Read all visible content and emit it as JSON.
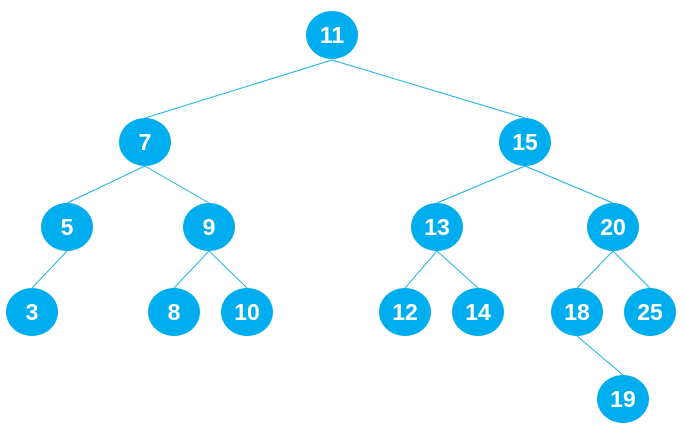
{
  "tree": {
    "style": {
      "node_color": "#00adef",
      "edge_color": "#1eb2e6",
      "label_color": "#ffffff"
    },
    "nodes": [
      {
        "id": "n11",
        "label": "11"
      },
      {
        "id": "n7",
        "label": "7"
      },
      {
        "id": "n15",
        "label": "15"
      },
      {
        "id": "n5",
        "label": "5"
      },
      {
        "id": "n9",
        "label": "9"
      },
      {
        "id": "n13",
        "label": "13"
      },
      {
        "id": "n20",
        "label": "20"
      },
      {
        "id": "n3",
        "label": "3"
      },
      {
        "id": "n8",
        "label": "8"
      },
      {
        "id": "n10",
        "label": "10"
      },
      {
        "id": "n12",
        "label": "12"
      },
      {
        "id": "n14",
        "label": "14"
      },
      {
        "id": "n18",
        "label": "18"
      },
      {
        "id": "n25",
        "label": "25"
      },
      {
        "id": "n19",
        "label": "19"
      }
    ],
    "edges": [
      {
        "from": "n11",
        "to": "n7"
      },
      {
        "from": "n11",
        "to": "n15"
      },
      {
        "from": "n7",
        "to": "n5"
      },
      {
        "from": "n7",
        "to": "n9"
      },
      {
        "from": "n15",
        "to": "n13"
      },
      {
        "from": "n15",
        "to": "n20"
      },
      {
        "from": "n5",
        "to": "n3"
      },
      {
        "from": "n9",
        "to": "n8"
      },
      {
        "from": "n9",
        "to": "n10"
      },
      {
        "from": "n13",
        "to": "n12"
      },
      {
        "from": "n13",
        "to": "n14"
      },
      {
        "from": "n20",
        "to": "n18"
      },
      {
        "from": "n20",
        "to": "n25"
      },
      {
        "from": "n18",
        "to": "n19"
      }
    ]
  }
}
